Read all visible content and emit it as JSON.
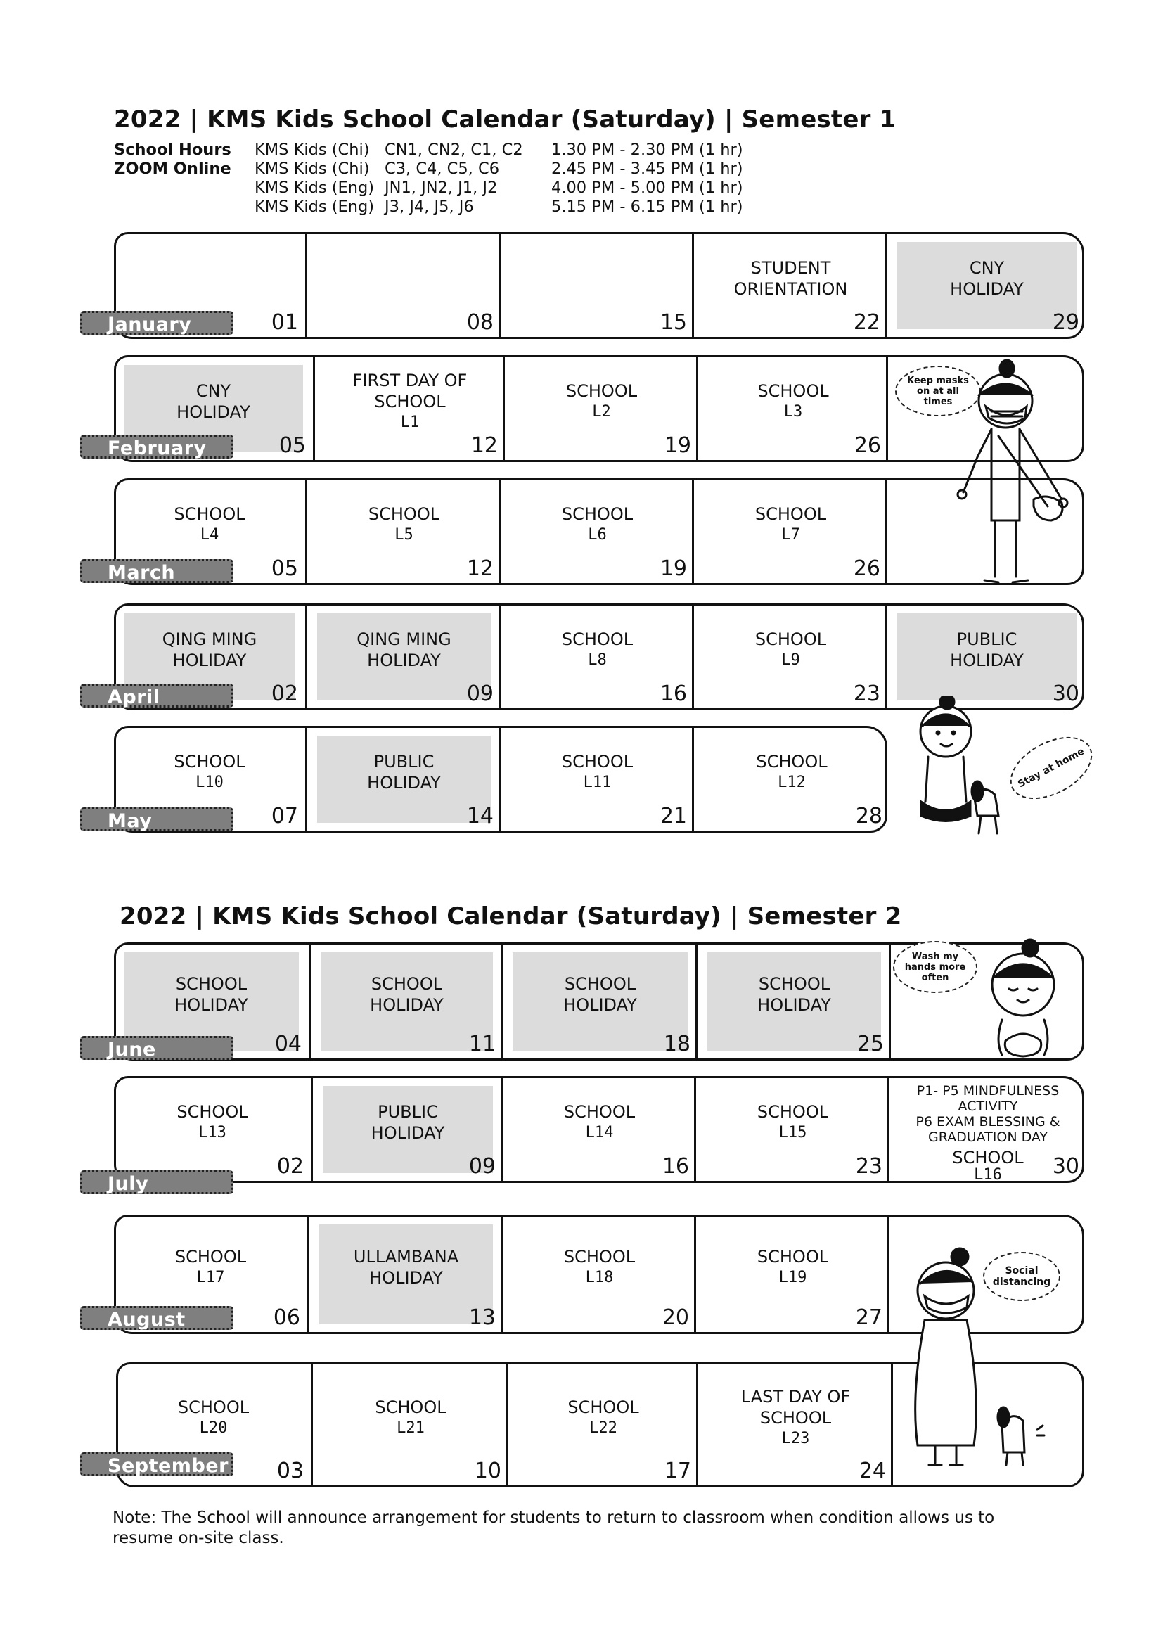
{
  "semester1": {
    "title": "2022 | KMS Kids School Calendar (Saturday) | Semester 1"
  },
  "semester2": {
    "title": "2022 | KMS Kids School Calendar (Saturday) | Semester 2"
  },
  "school_hours": {
    "label1": "School Hours",
    "label2": "ZOOM Online",
    "rows": [
      {
        "program": "KMS Kids (Chi)",
        "classes": "CN1, CN2, C1, C2",
        "time": "1.30 PM -  2.30 PM (1 hr)"
      },
      {
        "program": "KMS Kids (Chi)",
        "classes": "C3, C4, C5, C6",
        "time": "2.45 PM -  3.45 PM (1 hr)"
      },
      {
        "program": "KMS Kids (Eng)",
        "classes": "JN1, JN2, J1, J2",
        "time": "4.00 PM -  5.00 PM (1 hr)"
      },
      {
        "program": "KMS Kids (Eng)",
        "classes": "J3, J4, J5, J6",
        "time": "5.15 PM -  6.15 PM (1 hr)"
      }
    ]
  },
  "months": [
    {
      "name": "January",
      "cells": [
        {
          "date": "01",
          "text": "",
          "shaded": false
        },
        {
          "date": "08",
          "text": "",
          "shaded": false
        },
        {
          "date": "15",
          "text": "",
          "shaded": false
        },
        {
          "date": "22",
          "text": "STUDENT\nORIENTATION",
          "shaded": false
        },
        {
          "date": "29",
          "text": "CNY\nHOLIDAY",
          "shaded": true
        }
      ]
    },
    {
      "name": "February",
      "cells": [
        {
          "date": "05",
          "text": "CNY\nHOLIDAY",
          "shaded": true
        },
        {
          "date": "12",
          "text": "FIRST DAY OF\nSCHOOL",
          "lesson": "L1",
          "shaded": false
        },
        {
          "date": "19",
          "text": "SCHOOL",
          "lesson": "L2",
          "shaded": false
        },
        {
          "date": "26",
          "text": "SCHOOL",
          "lesson": "L3",
          "shaded": false
        }
      ]
    },
    {
      "name": "March",
      "cells": [
        {
          "date": "05",
          "text": "SCHOOL",
          "lesson": "L4",
          "shaded": false
        },
        {
          "date": "12",
          "text": "SCHOOL",
          "lesson": "L5",
          "shaded": false
        },
        {
          "date": "19",
          "text": "SCHOOL",
          "lesson": "L6",
          "shaded": false
        },
        {
          "date": "26",
          "text": "SCHOOL",
          "lesson": "L7",
          "shaded": false
        }
      ]
    },
    {
      "name": "April",
      "cells": [
        {
          "date": "02",
          "text": "QING MING\nHOLIDAY",
          "shaded": true
        },
        {
          "date": "09",
          "text": "QING MING\nHOLIDAY",
          "shaded": true
        },
        {
          "date": "16",
          "text": "SCHOOL",
          "lesson": "L8",
          "shaded": false
        },
        {
          "date": "23",
          "text": "SCHOOL",
          "lesson": "L9",
          "shaded": false
        },
        {
          "date": "30",
          "text": "PUBLIC\nHOLIDAY",
          "shaded": true
        }
      ]
    },
    {
      "name": "May",
      "cells": [
        {
          "date": "07",
          "text": "SCHOOL",
          "lesson": "L10",
          "shaded": false
        },
        {
          "date": "14",
          "text": "PUBLIC\nHOLIDAY",
          "shaded": true
        },
        {
          "date": "21",
          "text": "SCHOOL",
          "lesson": "L11",
          "shaded": false
        },
        {
          "date": "28",
          "text": "SCHOOL",
          "lesson": "L12",
          "shaded": false
        }
      ]
    },
    {
      "name": "June",
      "cells": [
        {
          "date": "04",
          "text": "SCHOOL\nHOLIDAY",
          "shaded": true
        },
        {
          "date": "11",
          "text": "SCHOOL\nHOLIDAY",
          "shaded": true
        },
        {
          "date": "18",
          "text": "SCHOOL\nHOLIDAY",
          "shaded": true
        },
        {
          "date": "25",
          "text": "SCHOOL\nHOLIDAY",
          "shaded": true
        }
      ]
    },
    {
      "name": "July",
      "cells": [
        {
          "date": "02",
          "text": "SCHOOL",
          "lesson": "L13",
          "shaded": false
        },
        {
          "date": "09",
          "text": "PUBLIC\nHOLIDAY",
          "shaded": true
        },
        {
          "date": "16",
          "text": "SCHOOL",
          "lesson": "L14",
          "shaded": false
        },
        {
          "date": "23",
          "text": "SCHOOL",
          "lesson": "L15",
          "shaded": false
        },
        {
          "date": "30",
          "text": "P1- P5 MINDFULNESS\nACTIVITY\nP6 EXAM BLESSING &\nGRADUATION DAY",
          "extra": "SCHOOL",
          "lesson": "L16",
          "shaded": false
        }
      ]
    },
    {
      "name": "August",
      "cells": [
        {
          "date": "06",
          "text": "SCHOOL",
          "lesson": "L17",
          "shaded": false
        },
        {
          "date": "13",
          "text": "ULLAMBANA\nHOLIDAY",
          "shaded": true
        },
        {
          "date": "20",
          "text": "SCHOOL",
          "lesson": "L18",
          "shaded": false
        },
        {
          "date": "27",
          "text": "SCHOOL",
          "lesson": "L19",
          "shaded": false
        }
      ]
    },
    {
      "name": "September",
      "cells": [
        {
          "date": "03",
          "text": "SCHOOL",
          "lesson": "L20",
          "shaded": false
        },
        {
          "date": "10",
          "text": "SCHOOL",
          "lesson": "L21",
          "shaded": false
        },
        {
          "date": "17",
          "text": "SCHOOL",
          "lesson": "L22",
          "shaded": false
        },
        {
          "date": "24",
          "text": "LAST DAY OF\nSCHOOL",
          "lesson": "L23",
          "shaded": false
        }
      ]
    }
  ],
  "bubbles": {
    "masks": "Keep masks\non at all\ntimes",
    "home": "Stay at home",
    "wash": "Wash my\nhands more\noften",
    "distancing": "Social\ndistancing"
  },
  "note": "Note: The School will announce arrangement for students to return to classroom when condition allows us to resume on-site class."
}
